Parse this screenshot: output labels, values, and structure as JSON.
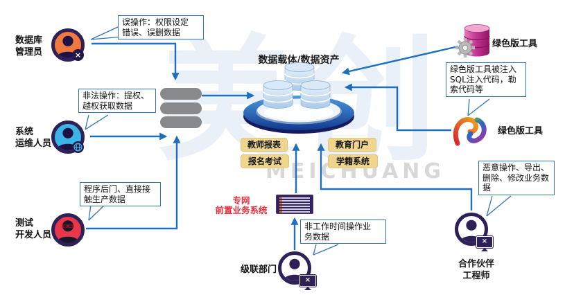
{
  "watermark": {
    "cn": "美创",
    "en": "MEICHUANG"
  },
  "center": {
    "title": "数据载体/数据资产",
    "apps": [
      "教师报表",
      "报名考试",
      "教育门户",
      "学籍系统"
    ]
  },
  "actors": {
    "dba": {
      "label_lines": [
        "数据库",
        "管理员"
      ]
    },
    "ops": {
      "label_lines": [
        "系统",
        "运维人员"
      ]
    },
    "dev": {
      "label_lines": [
        "测试",
        "开发人员"
      ]
    },
    "partner": {
      "label_lines": [
        "合作伙伴",
        "工程师"
      ]
    },
    "cascade": {
      "label": "级联部门"
    }
  },
  "systems": {
    "rack": {
      "label_lines": [
        "专网",
        "前置业务系统"
      ]
    },
    "green_tool_top": {
      "label": "绿色版工具"
    },
    "green_tool_mid": {
      "label": "绿色版工具"
    }
  },
  "callouts": {
    "dba": [
      "误操作：权限设定",
      "错误、误删数据"
    ],
    "ops": [
      "非法操作：提权、",
      "越权获取数据"
    ],
    "dev": [
      "程序后门、直接接",
      "触生产数据"
    ],
    "tool": [
      "绿色版工具被注入",
      "SQL注入代码，勒",
      "索代码等"
    ],
    "partner": [
      "恶意操作、导出、",
      "删除、修改业务数",
      "据"
    ],
    "cascade": [
      "非工作时间操作业",
      "务数据"
    ]
  },
  "glyphs": {
    "x": "×"
  },
  "icons": {
    "dba_badge": "x-circle-icon",
    "ops_badge": "globe-icon",
    "partner_badge": "monitor-tools-icon",
    "cascade_badge": "monitor-tools-icon",
    "storage": "server-stack-icon",
    "center_asset": "database-platform-icon",
    "rack": "rack-server-icon",
    "green_tool_top": "database-gear-icon",
    "green_tool_mid": "navicat-ring-icon"
  },
  "colors": {
    "arrow_blue": "#1e6fbd",
    "callout_border": "#2f74b8",
    "avatar_ring_purple": "#2e2158",
    "dba_fill": "#f07a3d",
    "ops_fill": "#3cb4e5",
    "dev_fill": "#e8364a",
    "app_chip": "#f0d68d",
    "rack_purple": "#33205c",
    "red_text": "#e8303f",
    "magenta_db": "#c03390",
    "gray_stack": "#87898c"
  }
}
